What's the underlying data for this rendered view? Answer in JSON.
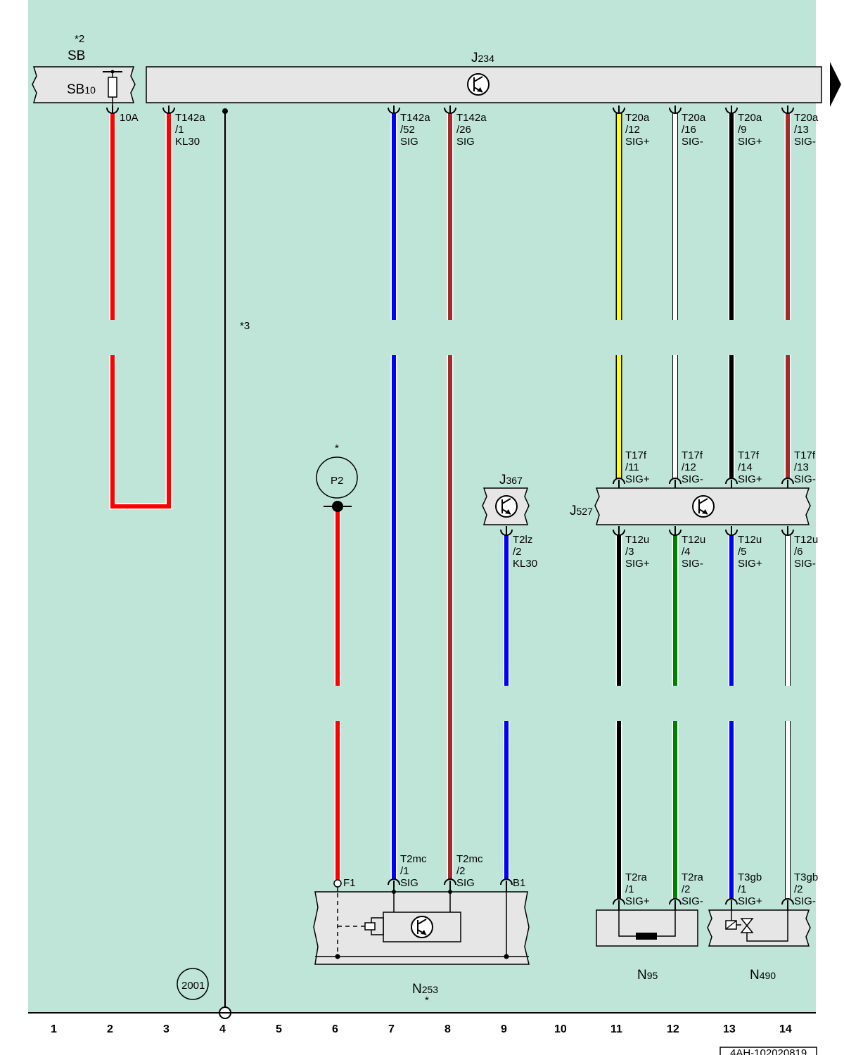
{
  "diagram_id": "4AH-102020819",
  "circle_ref": "2001",
  "note_2": "*2",
  "note_3": "*3",
  "columns": [
    "1",
    "2",
    "3",
    "4",
    "5",
    "6",
    "7",
    "8",
    "9",
    "10",
    "11",
    "12",
    "13",
    "14"
  ],
  "components": {
    "sb": {
      "label": "SB",
      "sub_main": "SB",
      "sub_idx": "10"
    },
    "j234": {
      "main": "J",
      "idx": "234"
    },
    "j367": {
      "main": "J",
      "idx": "367"
    },
    "j527": {
      "main": "J",
      "idx": "527"
    },
    "p2": {
      "label": "P2",
      "star": "*"
    },
    "n253": {
      "main": "N",
      "idx": "253",
      "star": "*"
    },
    "n95": {
      "main": "N",
      "idx": "95"
    },
    "n490": {
      "main": "N",
      "idx": "490"
    }
  },
  "wires": {
    "c2": {
      "color": "#ff0000",
      "pins": [
        "10A"
      ]
    },
    "c3": {
      "color": "#ff0000",
      "pins": [
        "T142a",
        "/1",
        "KL30"
      ]
    },
    "c4": {
      "color": "#000000"
    },
    "c6": {
      "color": "#ff0000",
      "pins": [
        "F1"
      ]
    },
    "c7": {
      "color": "#0000ff",
      "top_pins": [
        "T142a",
        "/52",
        "SIG"
      ],
      "bottom_pins": [
        "T2mc",
        "/1",
        "SIG"
      ]
    },
    "c8": {
      "color": "#a52a2a",
      "top_pins": [
        "T142a",
        "/26",
        "SIG"
      ],
      "bottom_pins": [
        "T2mc",
        "/2",
        "SIG"
      ]
    },
    "c9": {
      "color": "#0000ff",
      "top_pins": [
        "T2lz",
        "/2",
        "KL30"
      ],
      "bottom_pins": [
        "B1"
      ]
    },
    "c11": {
      "top_color": "#ffff00",
      "bottom_color": "#000000",
      "t20a": [
        "T20a",
        "/12",
        "SIG+"
      ],
      "t17f": [
        "T17f",
        "/11",
        "SIG+"
      ],
      "t12u": [
        "T12u",
        "/3",
        "SIG+"
      ],
      "bottom_pins": [
        "T2ra",
        "/1",
        "SIG+"
      ]
    },
    "c12": {
      "top_color": "#ffffff",
      "bottom_color": "#008000",
      "t20a": [
        "T20a",
        "/16",
        "SIG-"
      ],
      "t17f": [
        "T17f",
        "/12",
        "SIG-"
      ],
      "t12u": [
        "T12u",
        "/4",
        "SIG-"
      ],
      "bottom_pins": [
        "T2ra",
        "/2",
        "SIG-"
      ]
    },
    "c13": {
      "top_color": "#000000",
      "bottom_color": "#0000ff",
      "t20a": [
        "T20a",
        "/9",
        "SIG+"
      ],
      "t17f": [
        "T17f",
        "/14",
        "SIG+"
      ],
      "t12u": [
        "T12u",
        "/5",
        "SIG+"
      ],
      "bottom_pins": [
        "T3gb",
        "/1",
        "SIG+"
      ]
    },
    "c14": {
      "top_color": "#a52a2a",
      "bottom_color": "#ffffff",
      "t20a": [
        "T20a",
        "/13",
        "SIG-"
      ],
      "t17f": [
        "T17f",
        "/13",
        "SIG-"
      ],
      "t12u": [
        "T12u",
        "/6",
        "SIG-"
      ],
      "bottom_pins": [
        "T3gb",
        "/2",
        "SIG-"
      ]
    }
  },
  "colors": {
    "background": "#bfe5d8",
    "box": "#e6e6e6"
  }
}
